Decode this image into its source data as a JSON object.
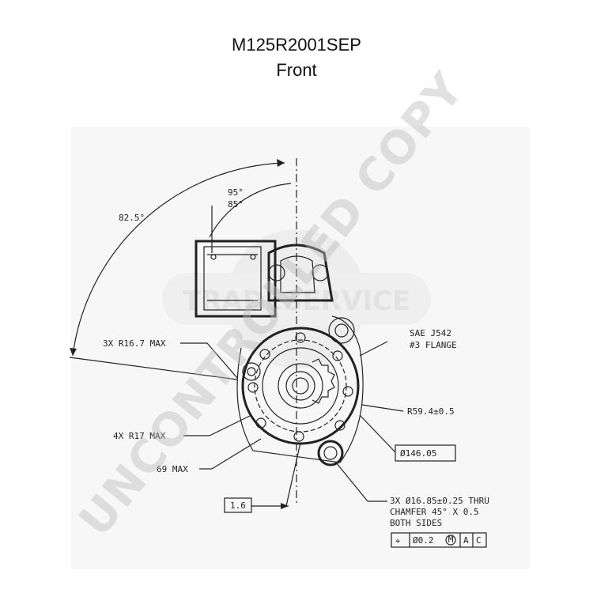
{
  "header": {
    "part_number": "M125R2001SEP",
    "view": "Front"
  },
  "dimensions": {
    "angle_82_5": "82.5°",
    "angle_95": "95°",
    "angle_85": "85°",
    "radius_16_7": "3X R16.7 MAX",
    "flange_line1": "SAE J542",
    "flange_line2": "#3 FLANGE",
    "radius_17": "4X R17 MAX",
    "radius_59_4": "R59.4±0.5",
    "diameter_146": "Ø146.05",
    "max_69": "69 MAX",
    "thickness_1_6": "1.6",
    "hole_line1": "3X Ø16.85±0.25 THRU",
    "hole_line2": "CHAMFER 45° X 0.5",
    "hole_line3": "BOTH SIDES",
    "tolerance_symbol": "⌖",
    "tolerance_value": "Ø0.2",
    "tolerance_modifier": "M",
    "datum_a": "A",
    "datum_c": "C"
  },
  "watermark": {
    "diagonal": "UNCONTROLLED COPY",
    "logo": "TRADESERVICE"
  }
}
